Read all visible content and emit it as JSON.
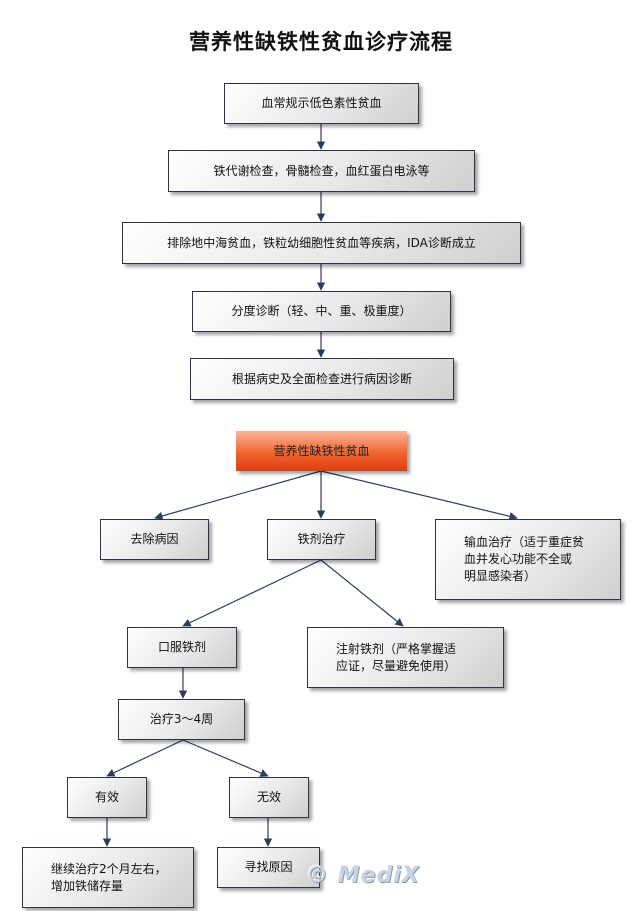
{
  "title": "营养性缺铁性贫血诊疗流程",
  "nodes": {
    "cbc": "血常规示低色素性贫血",
    "tests": "铁代谢检查，骨髓检查，血红蛋白电泳等",
    "exclude": "排除地中海贫血，铁粒幼细胞性贫血等疾病，IDA诊断成立",
    "grading": "分度诊断（轻、中、重、极重度）",
    "etiology": "根据病史及全面检查进行病因诊断",
    "condition": "营养性缺铁性贫血",
    "remove_cause": "去除病因",
    "iron_therapy": "铁剂治疗",
    "transfusion": "输血治疗（适于重症贫\n血并发心功能不全或\n明显感染者）",
    "oral_iron": "口服铁剂",
    "injection_iron": "注射铁剂（严格掌握适\n应证，尽量避免使用）",
    "course": "治疗3～4周",
    "effective": "有效",
    "ineffective": "无效",
    "continue": "继续治疗2个月左右，\n增加铁储存量",
    "find_cause": "寻找原因"
  },
  "watermark": "© MediX",
  "colors": {
    "highlight": "#f0652f",
    "line": "#2e3f5c"
  }
}
